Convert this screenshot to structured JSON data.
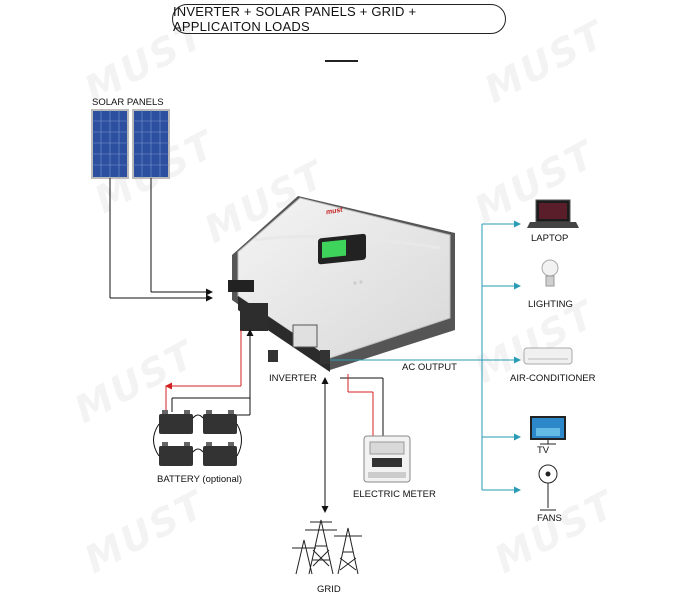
{
  "header": {
    "title": "INVERTER + SOLAR PANELS + GRID + APPLICAITON LOADS"
  },
  "watermark": {
    "text": "MUST"
  },
  "inverter": {
    "brand": "must",
    "label": "INVERTER",
    "ac_output_label": "AC OUTPUT"
  },
  "sources": {
    "solar_label": "SOLAR PANELS",
    "battery_label": "BATTERY (optional)",
    "meter_label": "ELECTRIC METER",
    "grid_label": "GRID"
  },
  "loads": [
    {
      "label": "LAPTOP",
      "icon": "laptop-icon"
    },
    {
      "label": "LIGHTING",
      "icon": "light-bulb-icon"
    },
    {
      "label": "AIR-CONDITIONER",
      "icon": "air-conditioner-icon"
    },
    {
      "label": "TV",
      "icon": "tv-icon"
    },
    {
      "label": "FANS",
      "icon": "fan-icon"
    }
  ],
  "colors": {
    "dc_line": "#111111",
    "battery_line": "#d42020",
    "load_line": "#2a9bb5",
    "panel": "#2c4fa0"
  }
}
